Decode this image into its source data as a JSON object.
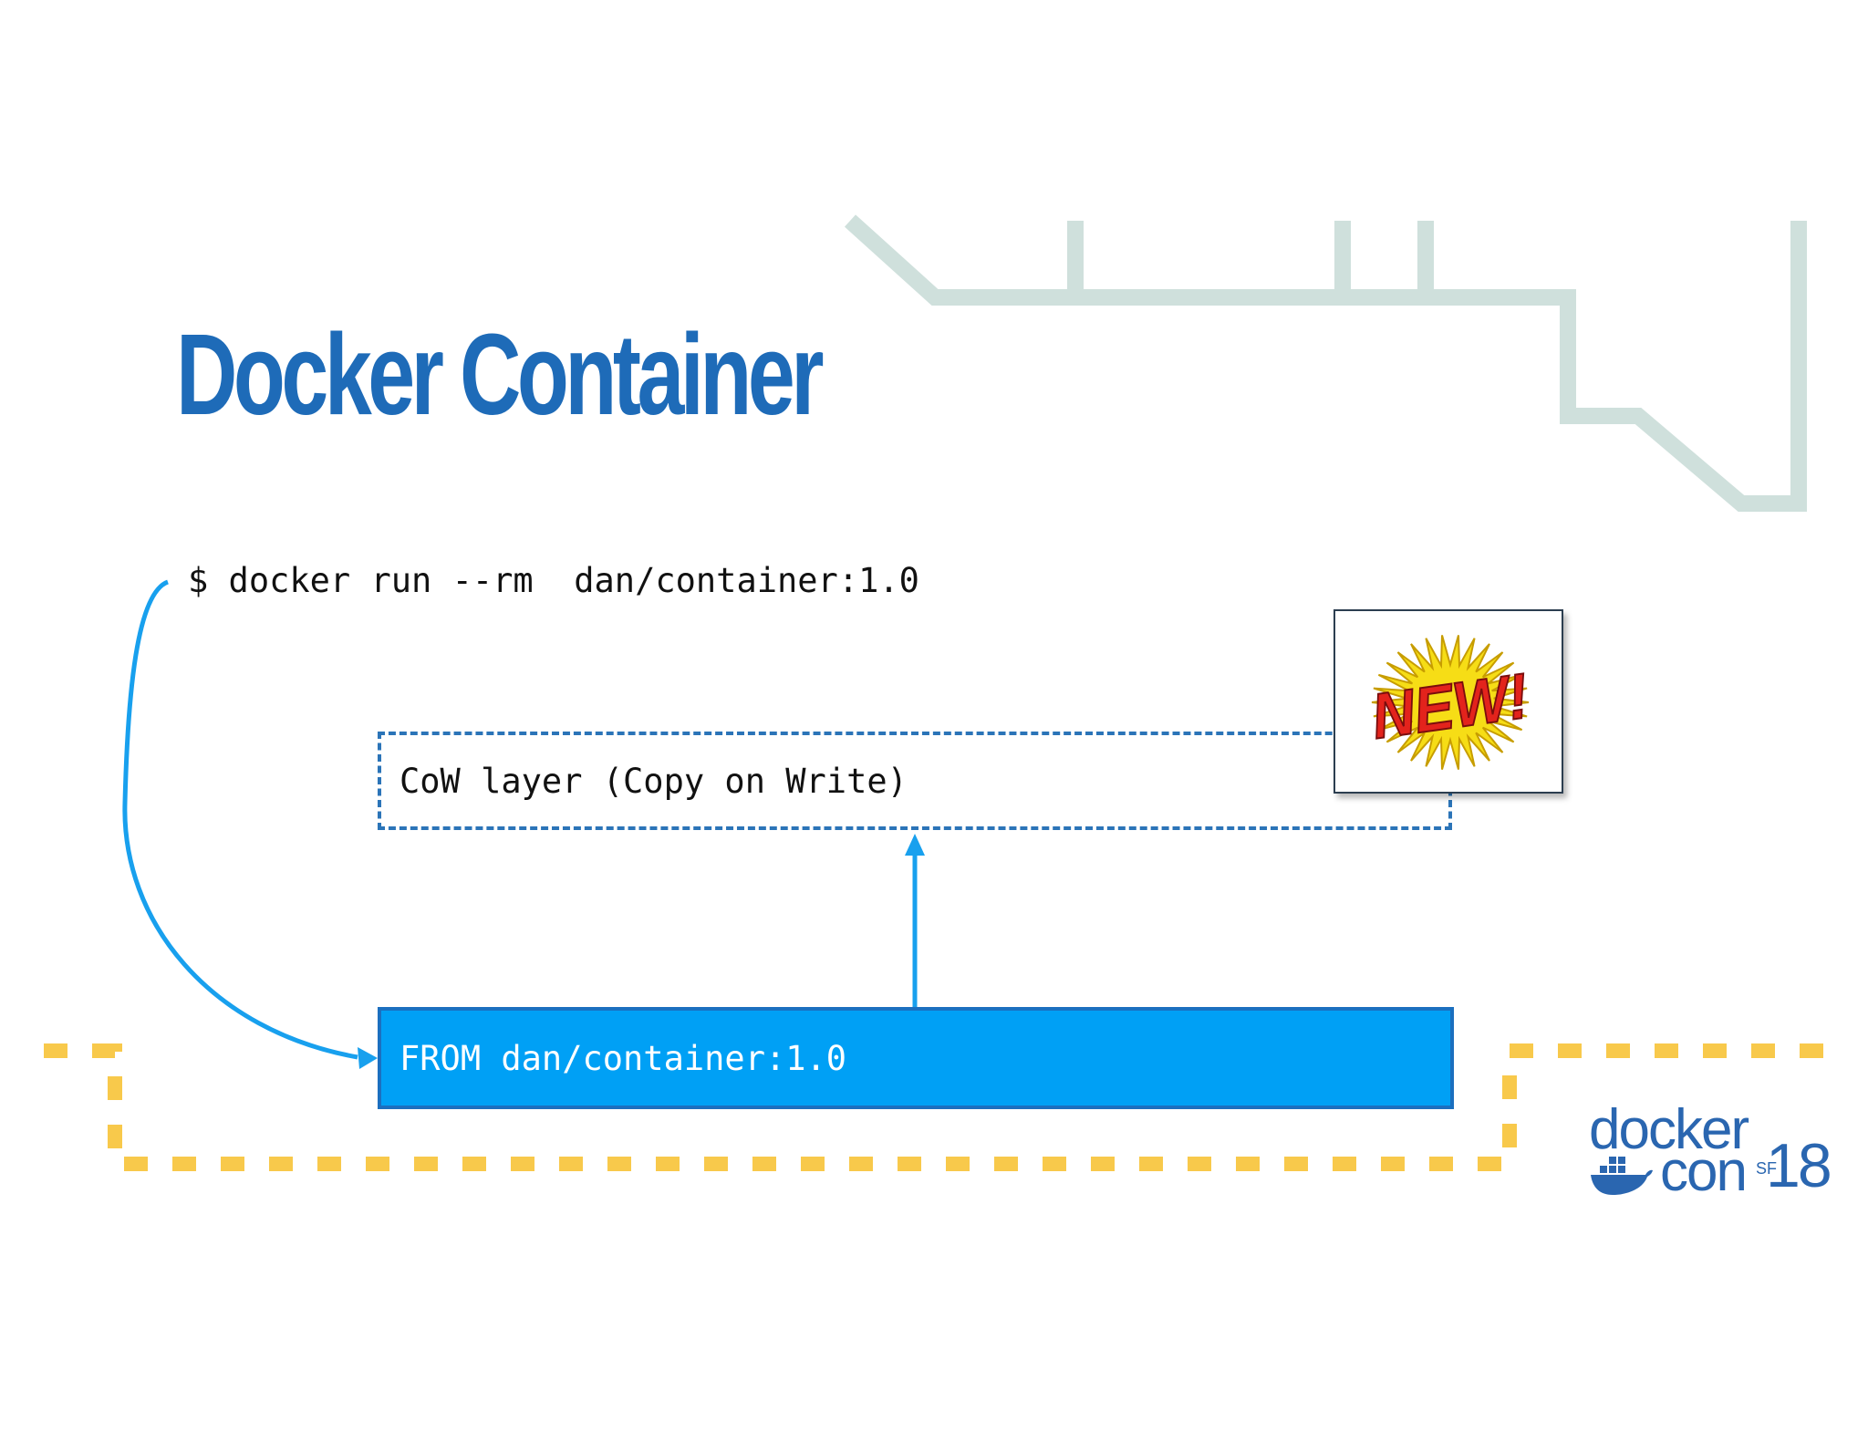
{
  "slide": {
    "title": "Docker Container",
    "command": "$ docker run --rm  dan/container:1.0",
    "cow_layer_label": "CoW layer (Copy on Write)",
    "base_layer_label": "FROM dan/container:1.0",
    "badge_text": "NEW!",
    "logo": {
      "line1": "docker",
      "line2": "con",
      "location": "SF",
      "year": "18"
    }
  },
  "colors": {
    "title": "#1e6bb8",
    "base_layer_fill": "#00a0f5",
    "base_layer_border": "#1b6fbf",
    "cow_border": "#2b74b8",
    "arrow": "#18a0ee",
    "yellow_path": "#f8c94b",
    "track_decor": "#cfe0dc",
    "logo": "#2a66b0"
  }
}
